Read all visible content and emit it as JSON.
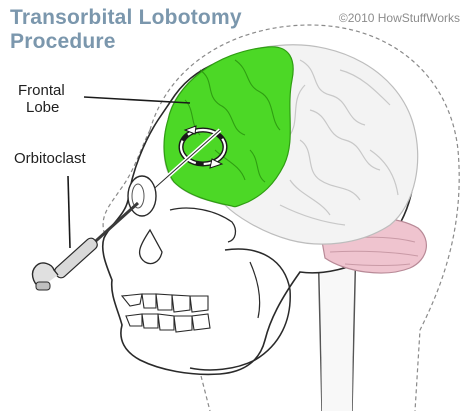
{
  "title": {
    "line1": "Transorbital Lobotomy",
    "line2": "Procedure"
  },
  "copyright": "©2010 HowStuffWorks",
  "labels": {
    "frontal_lobe_line1": "Frontal",
    "frontal_lobe_line2": "Lobe",
    "orbitoclast": "Orbitoclast"
  },
  "colors": {
    "frontal_lobe": "#4cd826",
    "brain": "#f3f3f3",
    "cerebellum": "#efc4cf",
    "title": "#7b97ad",
    "outline": "#2a2a2a"
  },
  "icons": {
    "rotation": "circular-arrow-icon"
  }
}
